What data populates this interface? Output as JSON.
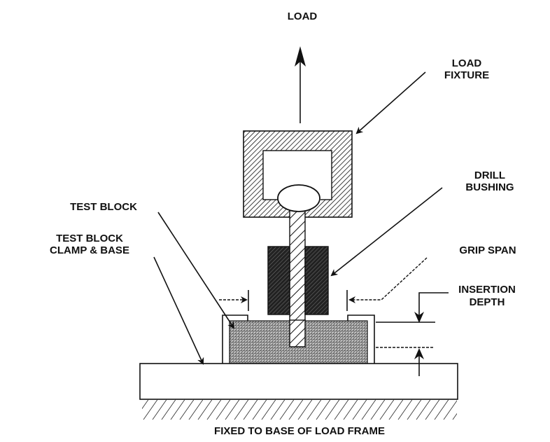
{
  "diagram": {
    "title": "LOAD",
    "labels": {
      "load_fixture": [
        "LOAD",
        "FIXTURE"
      ],
      "drill_bushing": [
        "DRILL",
        "BUSHING"
      ],
      "test_block": "TEST BLOCK",
      "test_block_clamp": [
        "TEST BLOCK",
        "CLAMP & BASE"
      ],
      "grip_span": "GRIP SPAN",
      "insertion_depth": [
        "INSERTION",
        "DEPTH"
      ],
      "base_caption": "FIXED TO BASE OF LOAD FRAME"
    },
    "colors": {
      "ink": "#111111",
      "background": "#ffffff",
      "bushing_fill": "#2a2a2a",
      "block_fill": "#9a9a9a"
    }
  }
}
